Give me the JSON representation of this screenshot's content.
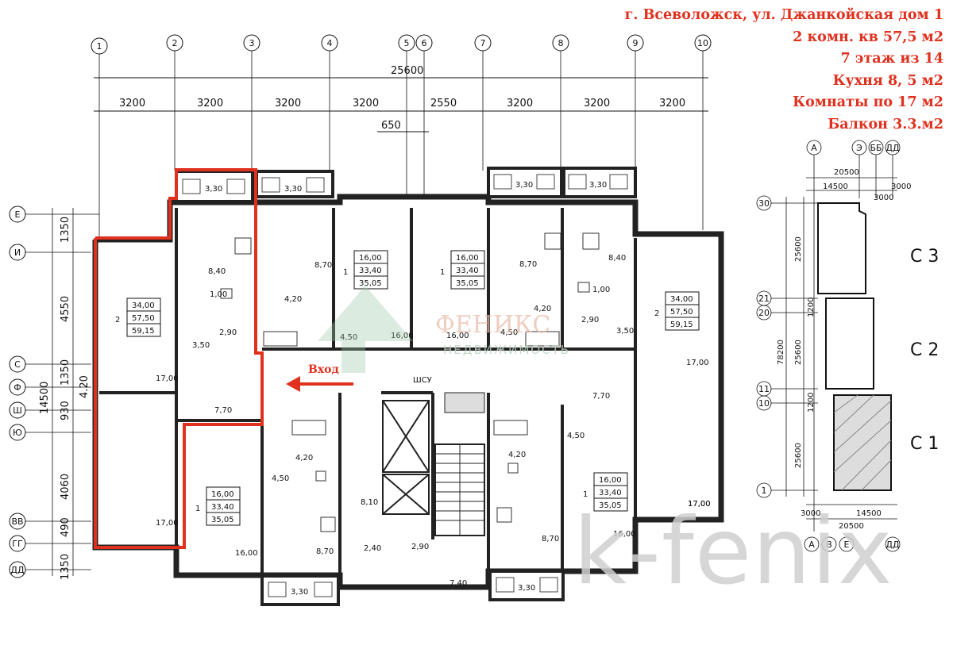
{
  "info": {
    "address": "г. Всеволожск, ул. Джанкойская дом 1",
    "flat": "2 комн. кв 57,5 м2",
    "floor": "7 этаж из 14",
    "kitchen": "Кухня 8, 5 м2",
    "rooms": "Комнаты по 17 м2",
    "balcony": "Балкон 3.3.м2"
  },
  "colors": {
    "accent": "#e0301e",
    "wall": "#222222",
    "watermark": "#cfcfcf"
  },
  "watermark": "k-fenix",
  "logo": {
    "text": "ФЕНИКС",
    "subtitle": "НЕДВИЖИМОСТЬ"
  },
  "entrance_label": "Вход",
  "plan": {
    "axes_top": [
      "1",
      "2",
      "3",
      "4",
      "5",
      "6",
      "7",
      "8",
      "9",
      "10"
    ],
    "total_dim": "25600",
    "spans": [
      "3200",
      "3200",
      "3200",
      "3200",
      "2550",
      "3200",
      "3200",
      "3200"
    ],
    "gap_dim": "650",
    "axes_left": [
      "Е",
      "И",
      "С",
      "Ф",
      "Ш",
      "Ю",
      "ВВ",
      "ГГ",
      "ДД"
    ],
    "left_dims": [
      "1350",
      "4550",
      "1350",
      "930",
      "4060",
      "490",
      "1350"
    ],
    "left_sub_dims": [
      "4.20"
    ],
    "left_total": "14500",
    "shaft_label": "ШСУ",
    "balconies": [
      "3,30",
      "3,30",
      "3,30",
      "3,30",
      "3,30",
      "3,30"
    ],
    "apartments": [
      {
        "rooms": "2",
        "living": "34,00",
        "total": "57,50",
        "gross": "59,15"
      },
      {
        "rooms": "1",
        "living": "16,00",
        "total": "33,40",
        "gross": "35,05"
      },
      {
        "rooms": "1",
        "living": "16,00",
        "total": "33,40",
        "gross": "35,05"
      },
      {
        "rooms": "2",
        "living": "34,00",
        "total": "57,50",
        "gross": "59,15"
      },
      {
        "rooms": "1",
        "living": "16,00",
        "total": "33,40",
        "gross": "35,05"
      },
      {
        "rooms": "1",
        "living": "16,00",
        "total": "33,40",
        "gross": "35,05"
      }
    ],
    "room_areas": [
      "8,40",
      "8,70",
      "8,70",
      "8,40",
      "1,00",
      "1,00",
      "4,20",
      "4,20",
      "2,90",
      "2,90",
      "3,50",
      "3,50",
      "4,50",
      "4,50",
      "16,00",
      "16,00",
      "17,00",
      "17,00",
      "17,00",
      "17,00",
      "7,70",
      "7,70",
      "4,20",
      "4,20",
      "4,50",
      "4,50",
      "8,10",
      "2,40",
      "2,90",
      "7,40",
      "8,70",
      "8,70",
      "16,00",
      "16,00",
      "17,00"
    ]
  },
  "site": {
    "axes_top": [
      "А",
      "Э",
      "ББ",
      "ДД"
    ],
    "dims_top": [
      "20500",
      "14500",
      "3000",
      "3000"
    ],
    "axes_left": [
      "30",
      "21",
      "20",
      "11",
      "10",
      "1"
    ],
    "dims_left": [
      "25600",
      "25600",
      "25600",
      "78200"
    ],
    "sub_dims": [
      "1200",
      "1200"
    ],
    "sections": [
      "С 3",
      "С 2",
      "С 1"
    ],
    "axes_bottom": [
      "А",
      "В",
      "Е",
      "ДД"
    ],
    "dims_bottom": [
      "3000",
      "14500",
      "20500"
    ]
  }
}
